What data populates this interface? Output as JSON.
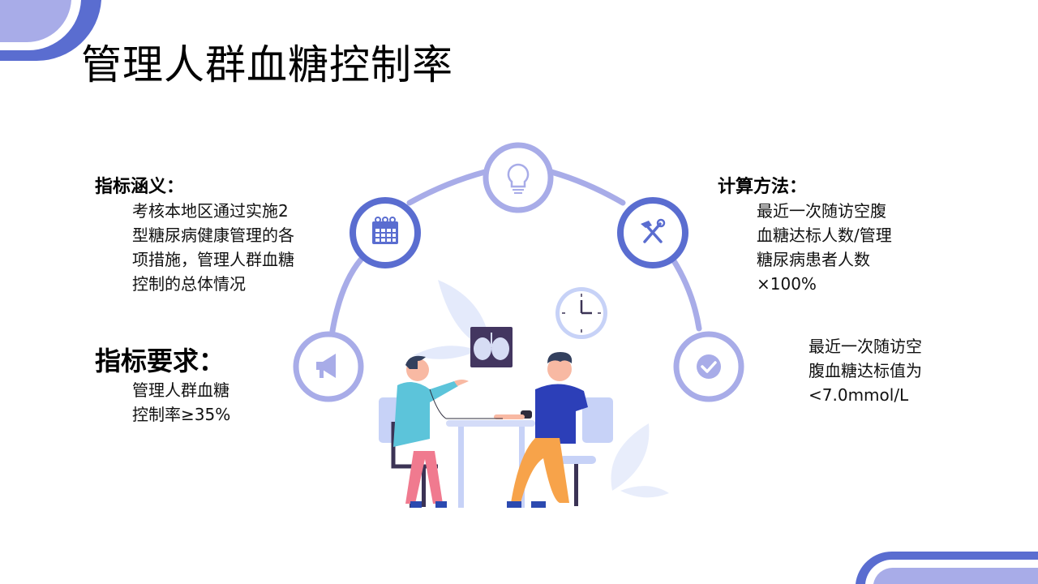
{
  "title": "管理人群血糖控制率",
  "meaning": {
    "heading": "指标涵义：",
    "lines": [
      "考核本地区通过实施2",
      "型糖尿病健康管理的各",
      "项措施，管理人群血糖",
      "控制的总体情况"
    ]
  },
  "requirement": {
    "heading": "指标要求：",
    "lines": [
      "管理人群血糖",
      "控制率≥35%"
    ]
  },
  "method": {
    "heading": "计算方法：",
    "lines": [
      "最近一次随访空腹",
      "血糖达标人数/管理",
      "糖尿病患者人数",
      "×100%"
    ]
  },
  "standard": {
    "lines": [
      "最近一次随访空",
      "腹血糖达标值为",
      "<7.0mmol/L"
    ]
  },
  "icons": [
    "megaphone-icon",
    "calendar-icon",
    "lightbulb-icon",
    "tools-icon",
    "check-icon"
  ],
  "colors": {
    "dark_blue": "#5A6DD0",
    "light_blue": "#A8ACE8",
    "pale": "#E4EAFB"
  }
}
